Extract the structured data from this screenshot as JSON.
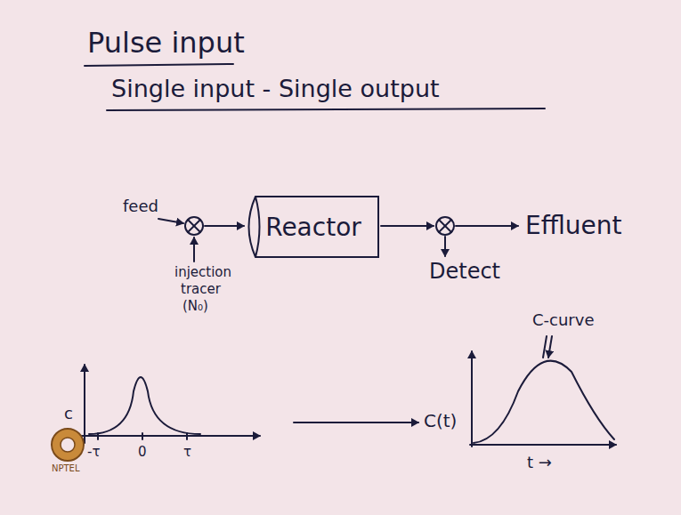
{
  "diagram": {
    "title": "Pulse input",
    "nodes": [
      {
        "text": [
          "Reactor"
        ]
      }
    ],
    "labels": [
      "Single input - Single output",
      "feed",
      "injection",
      "tracer",
      "(N₀)",
      "Effluent",
      "Detect",
      "c",
      "-τ",
      "0",
      "τ",
      "C(t)",
      "C-curve",
      "t →",
      "NPTEL"
    ]
  }
}
